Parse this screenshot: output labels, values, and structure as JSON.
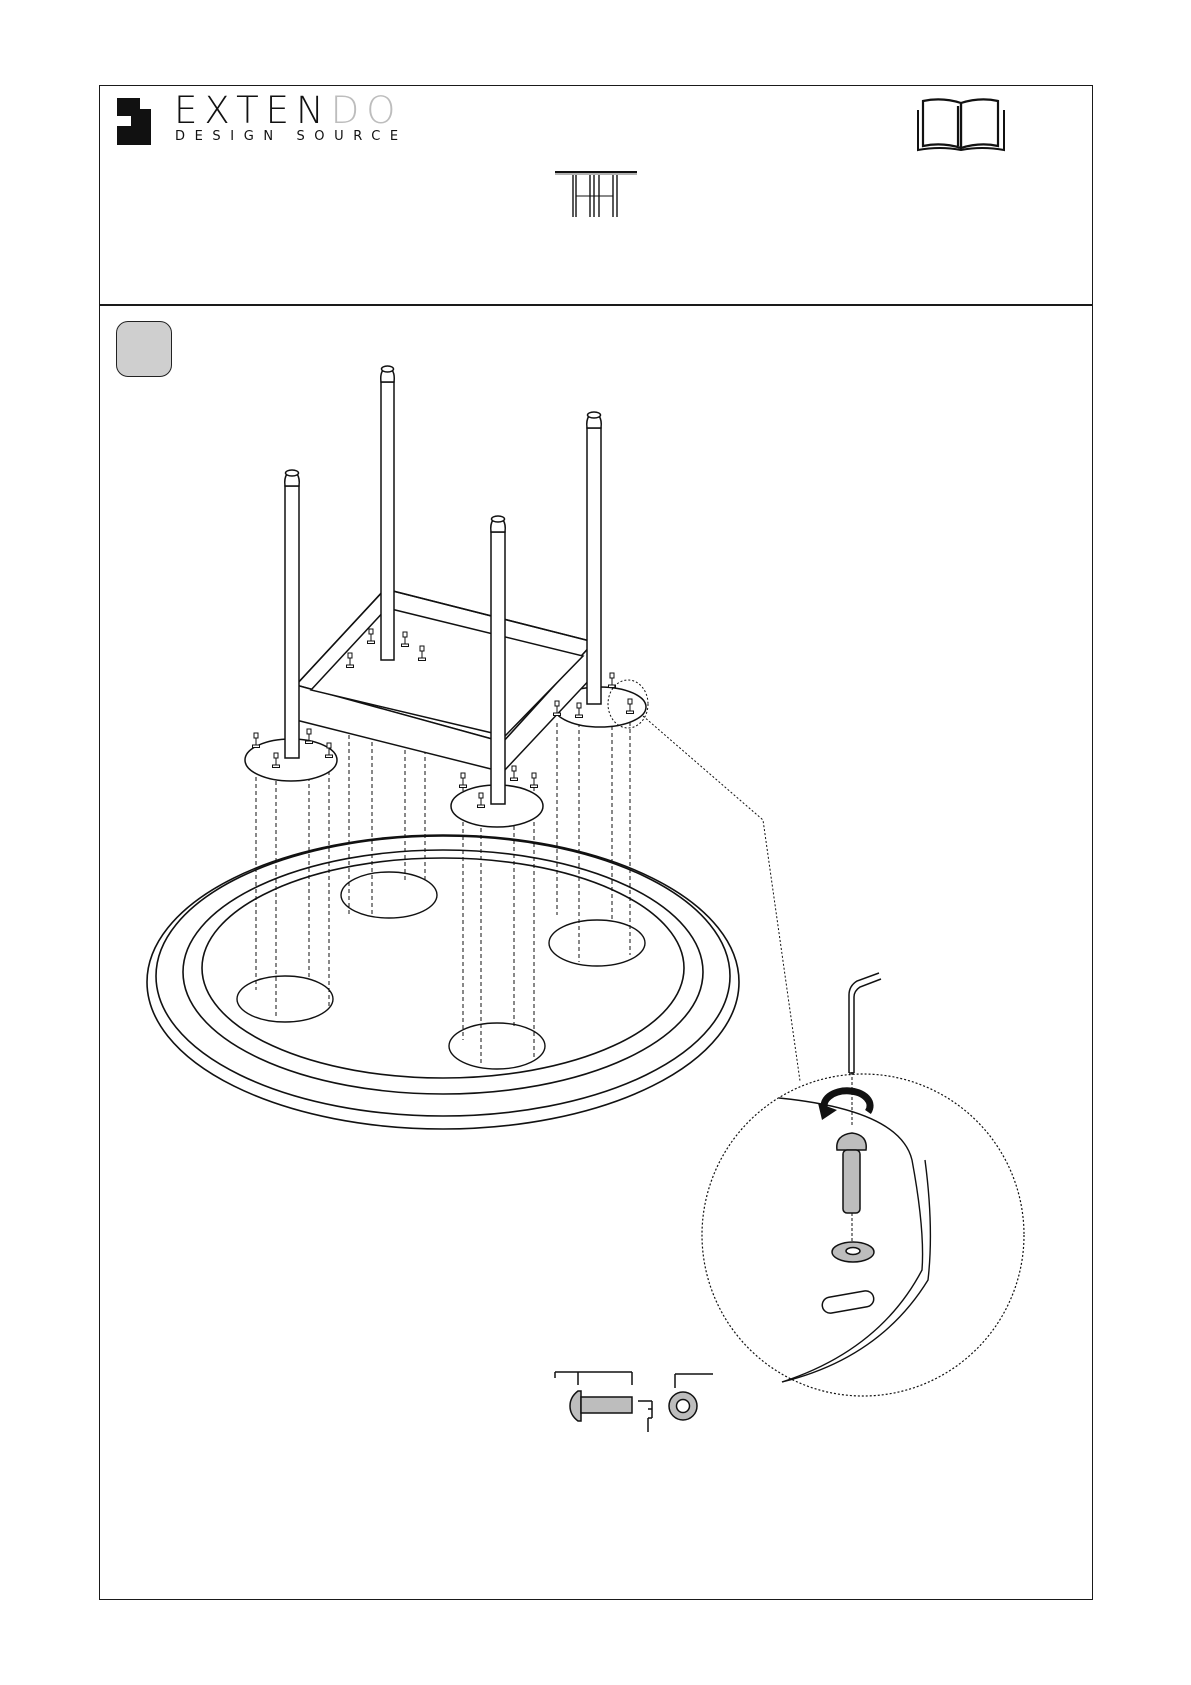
{
  "brand": {
    "name": "EXTENDO",
    "name_main": "EXTEN",
    "name_faded": "DO",
    "tagline": "DESIGN SOURCE",
    "logo_icon": "extendo-mark-icon",
    "manual_icon": "open-book-icon"
  },
  "header": {
    "product_thumbnail_icon": "table-side-view-icon"
  },
  "step": {
    "badge_icon": "step-badge-icon",
    "hardware": [
      "bolt-icon",
      "washer-icon"
    ],
    "tools": [
      "allen-key-icon"
    ],
    "detail_icon": "tighten-rotate-arrow-icon"
  },
  "colors": {
    "line": "#1a1a1a",
    "badge_fill": "#cfcfcf",
    "metal": "#bdbdbd",
    "faded_logo": "#bdbdbd"
  }
}
